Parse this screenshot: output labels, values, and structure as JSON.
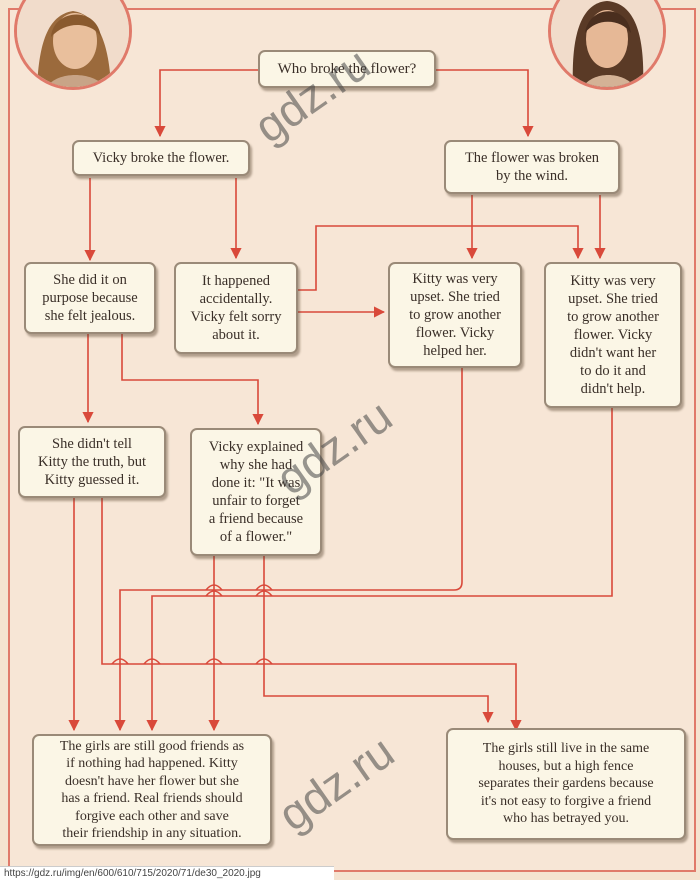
{
  "nodes": {
    "root": "Who broke the flower?",
    "vicky": "Vicky broke the flower.",
    "wind": "The flower was broken\nby the wind.",
    "purpose": "She did it on\npurpose because\nshe felt jealous.",
    "accident": "It happened\naccidentally.\nVicky felt sorry\nabout it.",
    "kitty_helped": "Kitty was very\nupset. She tried\nto grow another\nflower. Vicky\nhelped her.",
    "kitty_alone": "Kitty was very\nupset. She tried\nto grow another\nflower. Vicky\ndidn't want her\nto do it and\ndidn't help.",
    "truth": "She didn't tell\nKitty the truth, but\nKitty guessed it.",
    "explained": "Vicky explained\nwhy she had\ndone it: \"It was\nunfair to forget\na friend because\nof a flower.\"",
    "friends": "The girls are still good friends as\nif nothing had happened. Kitty\ndoesn't have her flower but she\nhas a friend. Real friends should\nforgive each other and save\ntheir friendship in any situation.",
    "fence": "The girls still live in the same\nhouses, but a high fence\nseparates their gardens because\nit's not easy to forgive a friend\nwho has betrayed you."
  },
  "watermark_text": "gdz.ru",
  "footer_url": "https://gdz.ru/img/en/600/610/715/2020/71/de30_2020.jpg",
  "colors": {
    "line": "#d9493a",
    "border": "#e07a6a",
    "box": "#fbf6e6"
  }
}
